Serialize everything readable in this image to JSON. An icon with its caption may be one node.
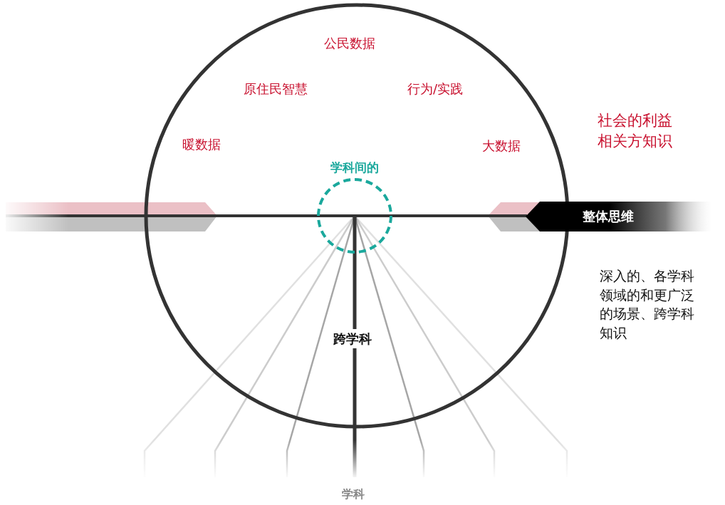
{
  "diagram": {
    "nodes": [
      {
        "text": [
          "学科间的"
        ]
      },
      {
        "text": [
          "整体思维"
        ]
      }
    ],
    "labels": [
      "公民数据",
      "原住民智慧",
      "行为/实践",
      "社会的利益相关方知识",
      "暖数据",
      "大数据",
      "深入的、各学科领域的和更广泛的场景、跨学科知识",
      "跨学科",
      "学科"
    ]
  }
}
